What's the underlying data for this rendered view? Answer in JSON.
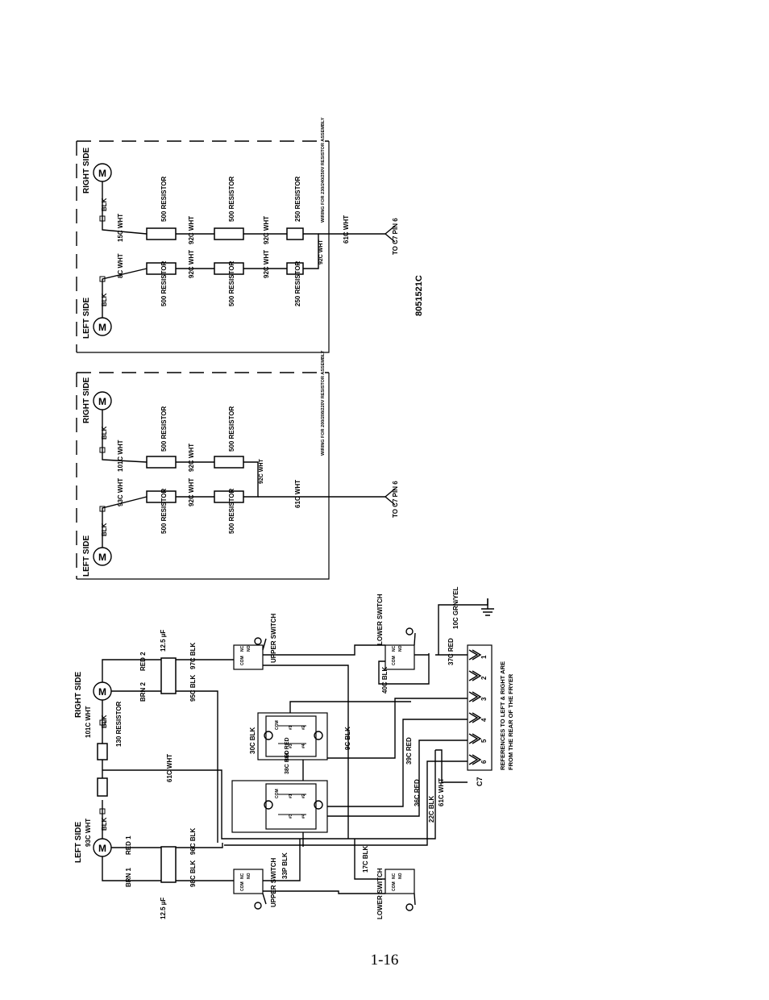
{
  "page_number": "1-16",
  "drawing_number": "8051521C",
  "panel_a": {
    "note": "WIRING FOR 230/240/250V RESISTOR ASSEMBLY",
    "left_motor_label": "LEFT SIDE",
    "right_motor_label": "RIGHT SIDE",
    "motor_symbol": "M",
    "wire_blk": "BLK",
    "left_lead": "8C WHT",
    "right_lead": "15C WHT",
    "link_92c": "92C WHT",
    "res_500": "500 RESISTOR",
    "res_250": "250 RESISTOR",
    "out_wire": "61C WHT",
    "to_c7": "TO C7 PIN 6"
  },
  "panel_b": {
    "note": "WIRING FOR 200/208/220V RESISTOR ASSEMBLY",
    "left_motor_label": "LEFT SIDE",
    "right_motor_label": "RIGHT SIDE",
    "motor_symbol": "M",
    "wire_blk": "BLK",
    "left_lead": "93C WHT",
    "right_lead": "101C WHT",
    "link_92c": "92C WHT",
    "res_500": "500 RESISTOR",
    "out_wire": "61C WHT",
    "to_c7": "TO C7 PIN 6"
  },
  "main": {
    "left_side": "LEFT SIDE",
    "right_side": "RIGHT SIDE",
    "left_lead": "93C WHT",
    "right_lead": "101C WHT",
    "motor_symbol": "M",
    "blk": "BLK",
    "resistor_130": "130 RESISTOR",
    "wire_61c": "61C WHT",
    "red_1": "RED 1",
    "brn_1": "BRN 1",
    "red_2": "RED 2",
    "brn_2": "BRN 2",
    "cap_1": "12.5 µF",
    "cap_2": "12.5 µF",
    "w_96c": "96C BLK",
    "w_98c": "98C BLK",
    "w_97c": "97C BLK",
    "w_95c": "95C BLK",
    "w_33p": "33P BLK",
    "w_17c": "17C BLK",
    "w_40c": "40C BLK",
    "w_30c": "30C BLK",
    "w_38c_red": "38C RED",
    "w_36c_red": "36C RED",
    "w_9c": "9C BLK",
    "w_39c": "39C RED",
    "w_36c": "36C RED",
    "w_22c": "22C BLK",
    "w_61c_bot": "61C WHT",
    "w_37c": "37C RED",
    "w_10c": "10C GRN/YEL",
    "upper_switch_left": "UPPER SWITCH",
    "lower_switch_left": "LOWER SWITCH",
    "upper_switch_right": "UPPER SWITCH",
    "lower_switch_right": "LOWER SWITCH",
    "sw_com": "COM",
    "sw_nc": "NC",
    "sw_no": "NO",
    "relay_com": "COM",
    "relay_pins": [
      "#1",
      "#2",
      "#3",
      "#4"
    ],
    "connector": "C7",
    "pins": [
      "1",
      "2",
      "3",
      "4",
      "5",
      "6"
    ],
    "reference_note_1": "REFERENCES TO LEFT & RIGHT ARE",
    "reference_note_2": "FROM THE REAR OF THE FRYER"
  }
}
